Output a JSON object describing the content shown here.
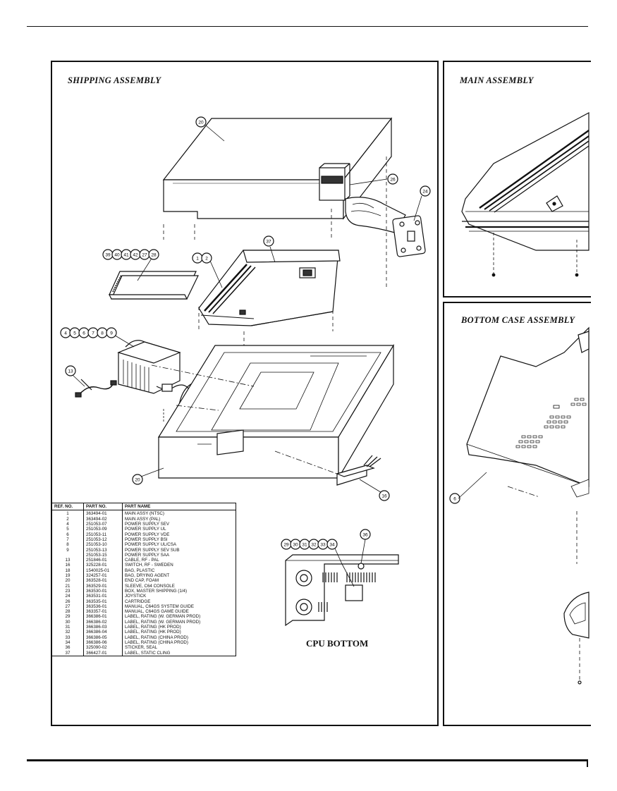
{
  "panels": {
    "shipping_title": "SHIPPING ASSEMBLY",
    "main_title": "MAIN ASSEMBLY",
    "bottom_title": "BOTTOM CASE ASSEMBLY"
  },
  "callouts": {
    "c20_top": "20",
    "c26": "26",
    "c24": "24",
    "c37": "37",
    "c1": "1",
    "c2": "2",
    "c39": "39",
    "c40": "40",
    "c41": "41",
    "c42": "42",
    "c27": "27",
    "c28": "28",
    "c4": "4",
    "c5": "5",
    "c6": "6",
    "c7": "7",
    "c8": "8",
    "c9": "9",
    "c13": "13",
    "c20_bottom": "20",
    "c16": "16",
    "c36": "36",
    "c29": "29",
    "c30": "30",
    "c31": "31",
    "c32": "32",
    "c33": "33",
    "c34": "34",
    "c6_bottom": "6"
  },
  "cpu_bottom_label": "CPU BOTTOM",
  "table": {
    "headers": {
      "ref": "REF. NO.",
      "part": "PART NO.",
      "name": "PART NAME"
    },
    "rows": [
      {
        "ref": "1",
        "part": "363494-01",
        "name": "MAIN ASSY (NTSC)"
      },
      {
        "ref": "2",
        "part": "363494-02",
        "name": "MAIN ASSY (PAL)"
      },
      {
        "ref": "4",
        "part": "251053-07",
        "name": "POWER SUPPLY SEV"
      },
      {
        "ref": "5",
        "part": "251053-09",
        "name": "POWER SUPPLY UL"
      },
      {
        "ref": "6",
        "part": "251053-11",
        "name": "POWER SUPPLY VDE"
      },
      {
        "ref": "7",
        "part": "251053-12",
        "name": "POWER SUPPLY BSI"
      },
      {
        "ref": "8",
        "part": "251053-10",
        "name": "POWER SUPPLY UL/CSA"
      },
      {
        "ref": "9",
        "part": "251053-13",
        "name": "POWER SUPPLY SEV SUB"
      },
      {
        "ref": "",
        "part": "251053-15",
        "name": "POWER SUPPLY SAA"
      },
      {
        "ref": "13",
        "part": "251846-01",
        "name": "CABLE, RF - PAL"
      },
      {
        "ref": "16",
        "part": "325228-01",
        "name": "SWITCH, RF - SWEDEN"
      },
      {
        "ref": "18",
        "part": "1540025-01",
        "name": "BAG, PLASTIC"
      },
      {
        "ref": "19",
        "part": "324257-01",
        "name": "BAG, DRYING AGENT"
      },
      {
        "ref": "20",
        "part": "363528-01",
        "name": "END CAP, FOAM"
      },
      {
        "ref": "21",
        "part": "363529-01",
        "name": "SLEEVE, C64 CONSOLE"
      },
      {
        "ref": "23",
        "part": "363530-01",
        "name": "BOX, MASTER SHIPPING (1/4)"
      },
      {
        "ref": "24",
        "part": "363531-01",
        "name": "JOYSTICK"
      },
      {
        "ref": "26",
        "part": "363535-01",
        "name": "CARTRIDGE"
      },
      {
        "ref": "27",
        "part": "363536-01",
        "name": "MANUAL, C64GS SYSTEM GUIDE"
      },
      {
        "ref": "28",
        "part": "363357-01",
        "name": "MANUAL, C64GS GAME GUIDE"
      },
      {
        "ref": "29",
        "part": "366386-01",
        "name": "LABEL, RATING (W. GERMAN PROD)"
      },
      {
        "ref": "30",
        "part": "366386-02",
        "name": "LABEL, RATING (W. GERMAN PROD)"
      },
      {
        "ref": "31",
        "part": "366386-03",
        "name": "LABEL, RATING (HK PROD)"
      },
      {
        "ref": "32",
        "part": "366386-04",
        "name": "LABEL, RATING (HK PROD)"
      },
      {
        "ref": "33",
        "part": "366386-05",
        "name": "LABEL, RATING (CHINA PROD)"
      },
      {
        "ref": "34",
        "part": "366386-06",
        "name": "LABEL, RATING (CHINA PROD)"
      },
      {
        "ref": "36",
        "part": "325090-02",
        "name": "STICKER, SEAL"
      },
      {
        "ref": "37",
        "part": "366427-01",
        "name": "LABEL, STATIC CLING"
      }
    ]
  }
}
